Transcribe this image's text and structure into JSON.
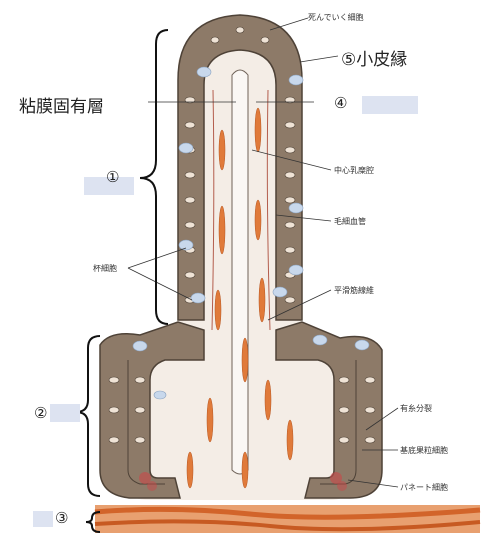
{
  "labels": {
    "dying_cells": "死んでいく細胞",
    "brush_border": "⑤小皮縁",
    "lamina_propria": "粘膜固有層",
    "n4": "④",
    "n1": "①",
    "central_lacteal": "中心乳糜腔",
    "capillary": "毛細血管",
    "goblet_cells": "杯細胞",
    "smooth_muscle_fibers": "平滑筋線維",
    "n2": "②",
    "mitosis": "有糸分裂",
    "basal_granular_cells": "基底果粒細胞",
    "paneth_cells": "パネート細胞",
    "n3": "③"
  },
  "colors": {
    "epithelium": "#8a7968",
    "epithelium_dark": "#5f5145",
    "lamina": "#f3ece6",
    "muscle": "#e07a3a",
    "goblet": "#c8d8ec",
    "highlight": "#dde3f1"
  }
}
